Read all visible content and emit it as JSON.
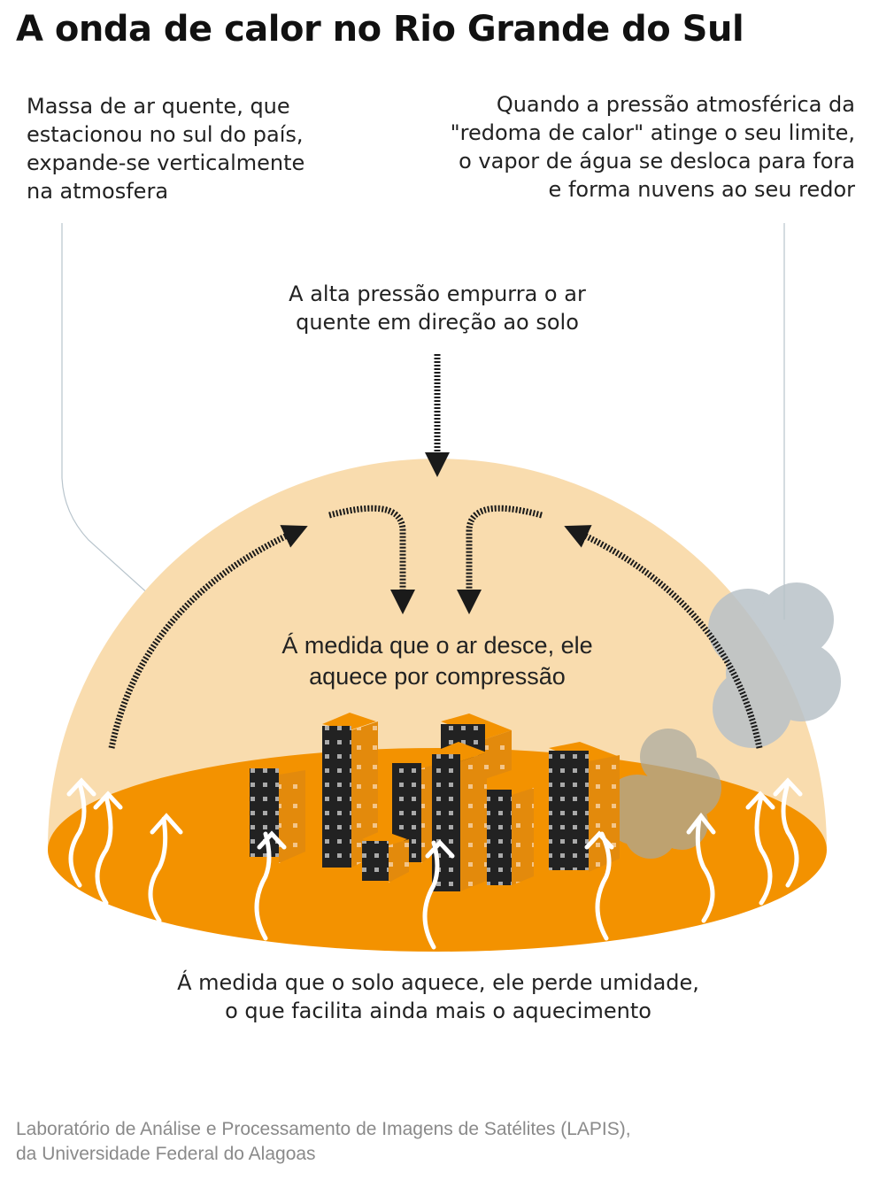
{
  "title": "A onda de calor no Rio Grande do Sul",
  "notes": {
    "left": [
      "Massa de ar quente, que",
      "estacionou no sul do país,",
      "expande-se verticalmente",
      "na atmosfera"
    ],
    "right": [
      "Quando a pressão atmosférica da",
      "\"redoma de calor\" atinge o seu limite,",
      "o vapor de água se desloca para fora",
      "e forma nuvens ao seu redor"
    ],
    "top": [
      "A alta pressão empurra o ar",
      "quente em direção ao solo"
    ],
    "middle": [
      "Á medida que o ar desce, ele",
      "aquece por compressão"
    ],
    "bottom": [
      "Á medida que o solo aquece, ele perde umidade,",
      "o que facilita ainda mais o aquecimento"
    ]
  },
  "source": [
    "Laboratório de Análise e Processamento de Imagens de Satélites (LAPIS),",
    "da Universidade Federal do Alagoas"
  ],
  "colors": {
    "dome": "#f9dcae",
    "ground": "#f39200",
    "building_front": "#222222",
    "building_side": "#e38a0c",
    "cloud": "#b9c2c8",
    "arrow": "#1a1a1a"
  }
}
